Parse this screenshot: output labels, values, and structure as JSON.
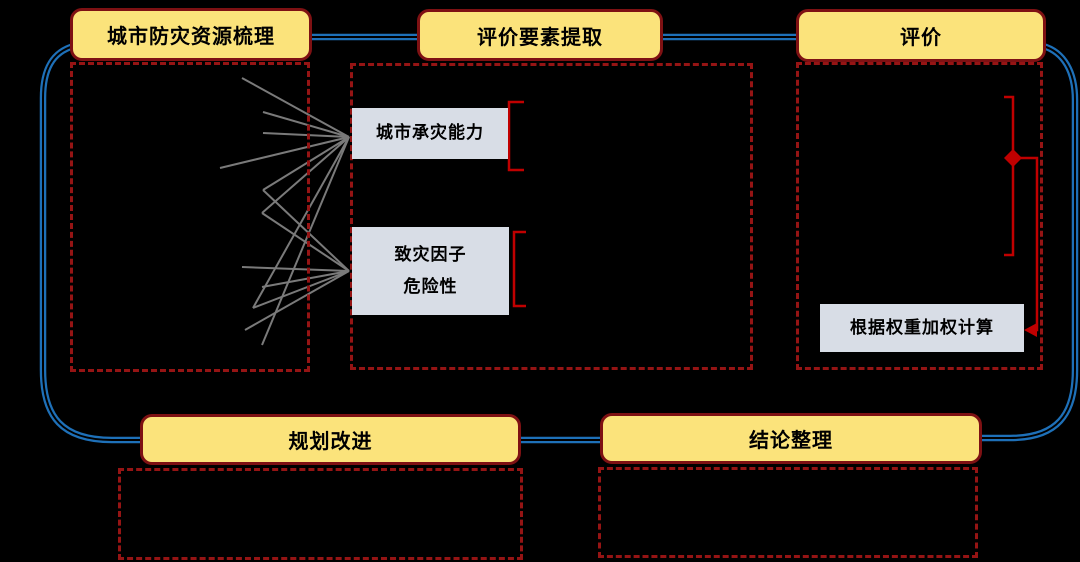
{
  "diagram": {
    "stages": [
      {
        "label": "城市防灾资源梳理"
      },
      {
        "label": "评价要素提取"
      },
      {
        "label": "评价"
      },
      {
        "label": "规划改进"
      },
      {
        "label": "结论整理"
      }
    ],
    "factors": {
      "capacity": "城市承灾能力",
      "hazard_line1": "致灾因子",
      "hazard_line2": "危险性",
      "weighting": "根据权重加权计算"
    },
    "colors": {
      "background": "#000000",
      "stage_fill": "#FBE37B",
      "stage_border": "#7E1113",
      "dashed_border": "#951414",
      "factor_fill": "#D8DDE6",
      "flow_blue": "#1E70B8",
      "annotation_red": "#C00000",
      "fan_gray": "#7A7A7A"
    }
  }
}
